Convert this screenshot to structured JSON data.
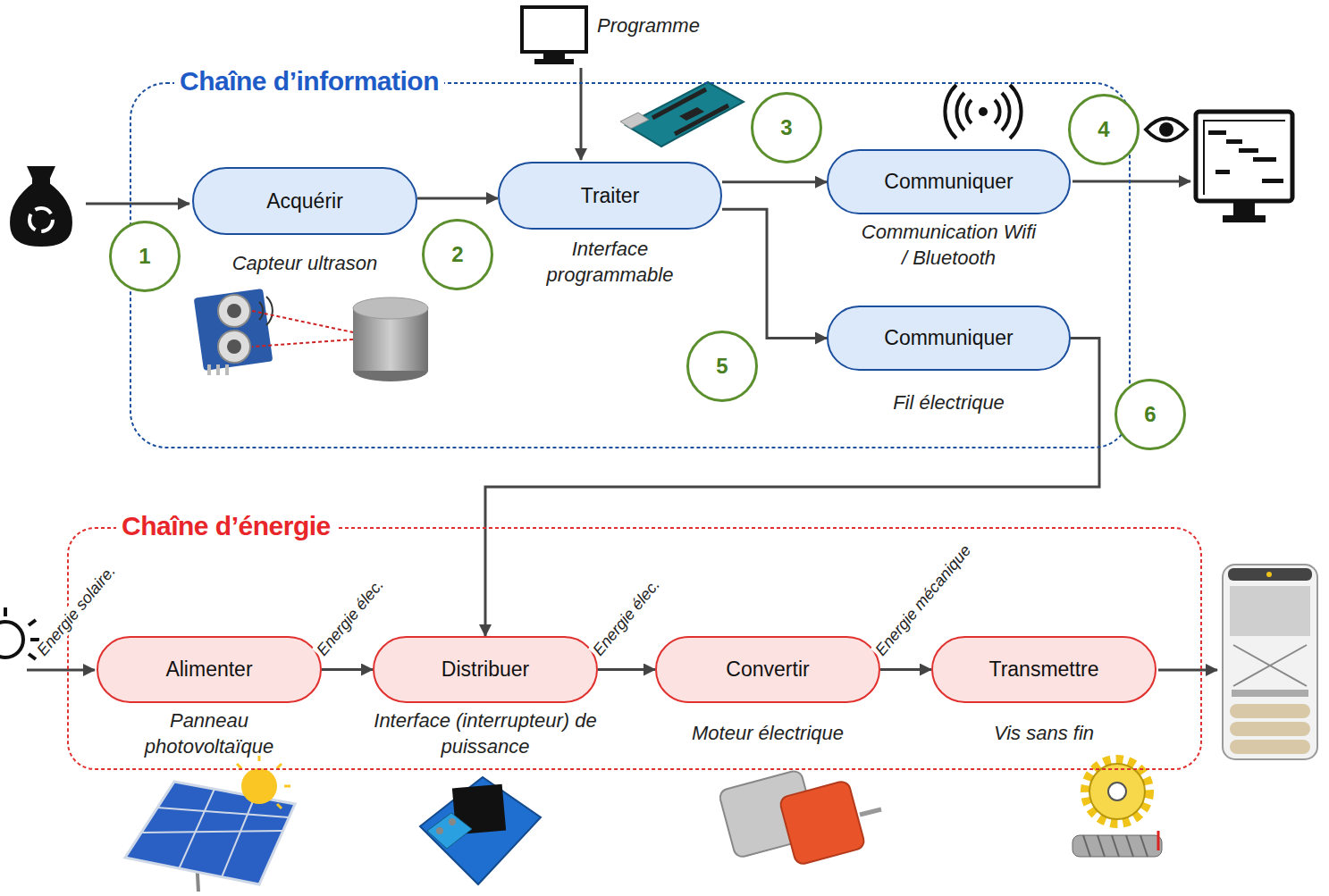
{
  "diagram": {
    "nodes": [
      {
        "text": [
          "Chaîne d’information"
        ]
      },
      {
        "text": [
          "Acquérir",
          "Capteur ultrason"
        ],
        "in": 0
      },
      {
        "text": [
          "Traiter",
          "Interface programmable"
        ],
        "in": 0
      },
      {
        "text": [
          "Communiquer",
          "Communication Wifi / Bluetooth"
        ],
        "in": 0
      },
      {
        "text": [
          "Communiquer",
          "Fil électrique"
        ],
        "in": 0
      },
      {
        "text": [
          "Chaîne d’énergie"
        ]
      },
      {
        "text": [
          "Alimenter",
          "Panneau photovoltaïque"
        ],
        "in": 5
      },
      {
        "text": [
          "Distribuer",
          "Interface (interrupteur) de puissance"
        ],
        "in": 5
      },
      {
        "text": [
          "Convertir",
          "Moteur électrique"
        ],
        "in": 5
      },
      {
        "text": [
          "Transmettre",
          "Vis sans fin"
        ],
        "in": 5
      }
    ],
    "edges": [
      {
        "from": 1,
        "to": 2,
        "arrow": "to"
      },
      {
        "from": 2,
        "to": 3,
        "arrow": "to"
      },
      {
        "from": 2,
        "to": 4,
        "arrow": "to"
      },
      {
        "from": 4,
        "to": 7,
        "arrow": "to"
      },
      {
        "from": 6,
        "to": 7,
        "label": "Energie élec.",
        "arrow": "to"
      },
      {
        "from": 7,
        "to": 8,
        "label": "Energie élec.",
        "arrow": "to"
      },
      {
        "from": 8,
        "to": 9,
        "label": "Energie mécanique",
        "arrow": "to"
      }
    ],
    "labels": [
      "Programme",
      "1",
      "2",
      "3",
      "4",
      "5",
      "6",
      "Energie solaire."
    ]
  }
}
